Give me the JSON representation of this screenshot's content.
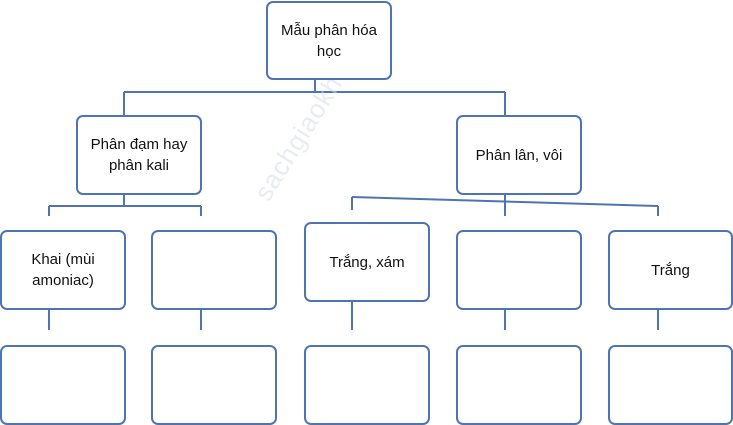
{
  "diagram": {
    "root": "Mẫu phân hóa\nhọc",
    "level1": {
      "left": "Phân đạm hay\nphân kali",
      "right": "Phân lân, vôi"
    },
    "level2": {
      "b1": "Khai (mùi\namoniac)",
      "b2": "",
      "b3": "Trắng, xám",
      "b4": "",
      "b5": "Trắng"
    },
    "level3": [
      "",
      "",
      "",
      "",
      ""
    ],
    "watermark": "sachgiaokhoa.info",
    "colors": {
      "stroke": "#4f74b4",
      "text": "#111111"
    }
  }
}
